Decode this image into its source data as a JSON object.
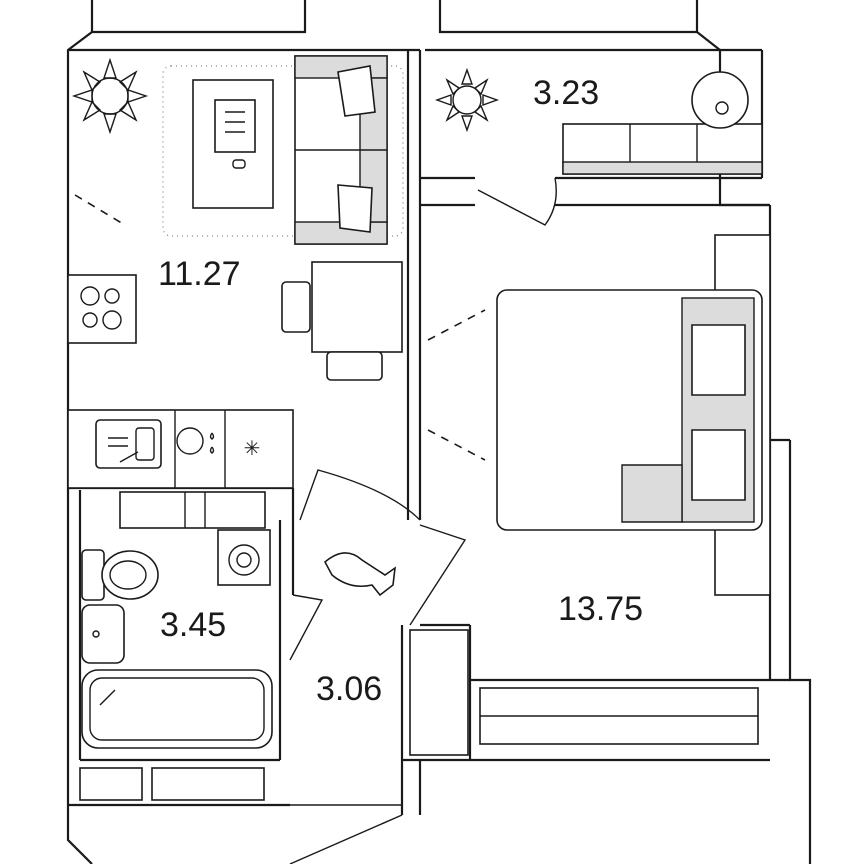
{
  "rooms": {
    "living_kitchen": {
      "area": "11.27"
    },
    "balcony": {
      "area": "3.23"
    },
    "bedroom": {
      "area": "13.75"
    },
    "bathroom": {
      "area": "3.45"
    },
    "hallway": {
      "area": "3.06"
    }
  },
  "icons": {
    "plant": "plant-icon",
    "laptop": "laptop-icon",
    "stove": "stove-icon",
    "sink": "sink-icon",
    "fridge": "snowflake-icon",
    "washer": "washing-machine-icon",
    "toilet": "toilet-icon",
    "bathtub": "bathtub-icon",
    "cat": "cat-icon",
    "bed": "bed-icon",
    "sofa": "sofa-icon"
  },
  "colors": {
    "line": "#1a1a1a",
    "fill": "#ffffff",
    "shade": "#dcdcdc"
  }
}
